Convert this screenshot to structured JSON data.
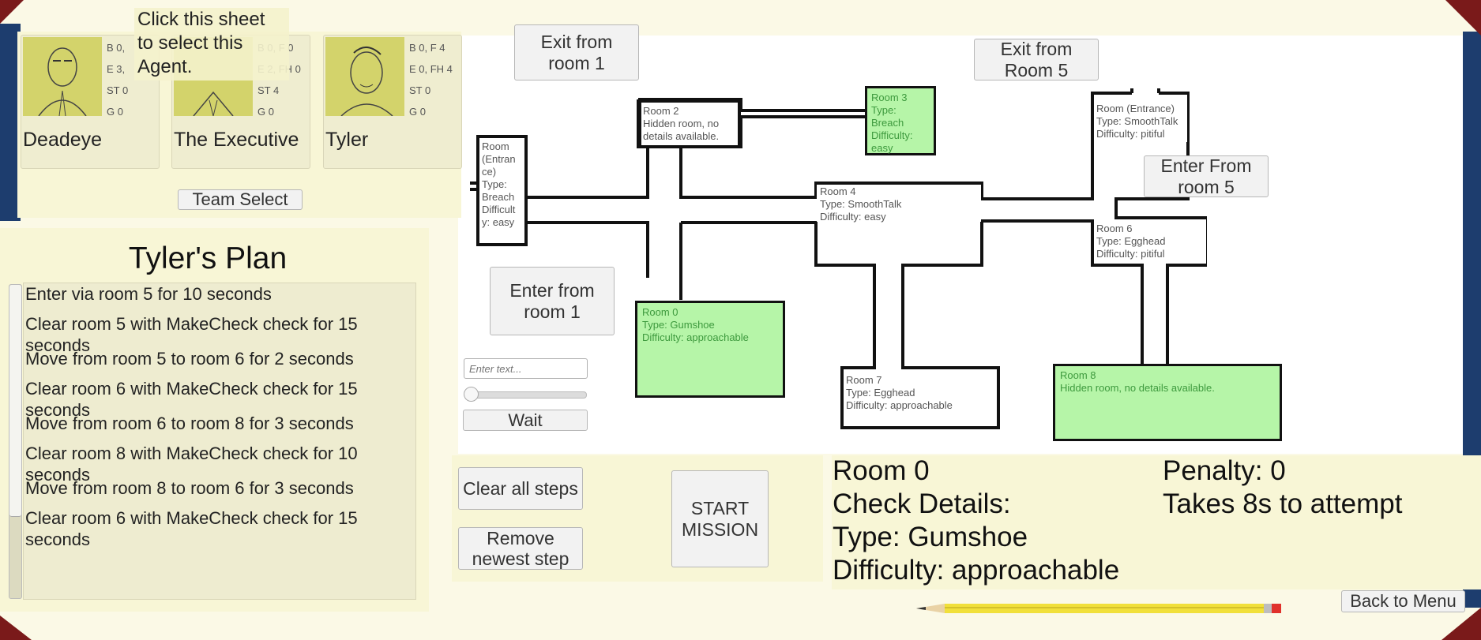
{
  "tooltip": {
    "text": "Click this sheet to select this Agent."
  },
  "agents": [
    {
      "name": "Deadeye",
      "stats": [
        "B 0,",
        "E 3,",
        "ST 0",
        "G 0"
      ]
    },
    {
      "name": "The Executive",
      "stats": [
        "B 0, F 0",
        "E 2, FH 0",
        "ST 4",
        "G 0"
      ]
    },
    {
      "name": "Tyler",
      "stats": [
        "B 0,  F 4",
        "E 0,  FH 4",
        "ST 0",
        "G 0"
      ]
    }
  ],
  "team_select_label": "Team Select",
  "plan": {
    "title": "Tyler's Plan",
    "steps": [
      "Enter via room 5 for 10 seconds",
      "Clear room 5 with MakeCheck check for 15 seconds",
      "Move from room 5 to room 6 for 2 seconds",
      "Clear room 6 with MakeCheck check for 15 seconds",
      "Move from room 6 to room 8 for 3 seconds",
      "Clear room 8 with MakeCheck check for 10 seconds",
      "Move from room 8 to room 6 for 3 seconds",
      "Clear room 6 with MakeCheck check for 15 seconds"
    ]
  },
  "map_buttons": {
    "exit_room1": "Exit from room 1",
    "exit_room5": "Exit from Room 5",
    "enter_room5": "Enter From room 5",
    "enter_room1": "Enter from room 1"
  },
  "wait": {
    "input_placeholder": "Enter text...",
    "button_label": "Wait",
    "slider_value": 0
  },
  "rooms": {
    "room_entrance_left": [
      "Room",
      "(Entran",
      "ce)",
      "Type:",
      "Breach",
      "Difficult",
      "y: easy"
    ],
    "room2": [
      "Room 2",
      "Hidden room, no",
      "details available."
    ],
    "room3": [
      "Room 3",
      "Type:",
      "Breach",
      "Difficulty:",
      "easy"
    ],
    "room4": [
      "Room 4",
      "Type: SmoothTalk",
      "Difficulty: easy"
    ],
    "room5": [
      "Room  (Entrance)",
      "Type: SmoothTalk",
      "Difficulty: pitiful"
    ],
    "room6": [
      "Room 6",
      "Type: Egghead",
      "Difficulty: pitiful"
    ],
    "room0": [
      "Room 0",
      "Type: Gumshoe",
      "Difficulty: approachable"
    ],
    "room7": [
      "Room 7",
      "Type: Egghead",
      "Difficulty: approachable"
    ],
    "room8": [
      "Room 8",
      "Hidden room, no details available."
    ]
  },
  "actions": {
    "clear_all": "Clear all steps",
    "remove_newest": "Remove newest step",
    "start_mission": "START MISSION"
  },
  "details": {
    "room": "Room 0",
    "check_details": "Check Details:",
    "type": "Type: Gumshoe",
    "difficulty": "Difficulty: approachable",
    "penalty": "Penalty: 0",
    "takes": "Takes 8s to attempt"
  },
  "back_to_menu": "Back to Menu",
  "colors": {
    "paper": "#f8f6d6",
    "room_highlight": "#b6f5a8",
    "frame_red": "#7a1a1a",
    "frame_blue": "#1d3d6e",
    "pencil_yellow": "#f1e03a"
  }
}
